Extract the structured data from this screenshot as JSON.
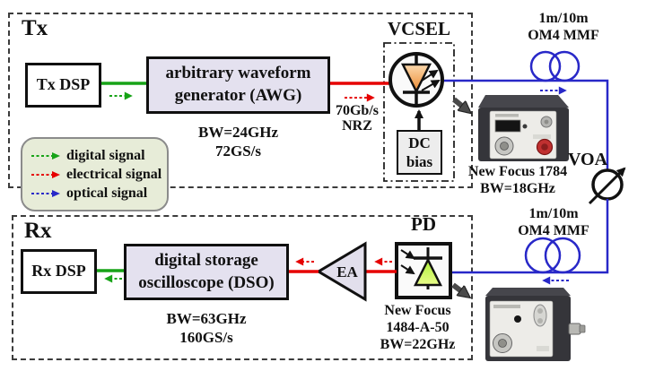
{
  "tx": {
    "region_label": "Tx",
    "dsp_label": "Tx DSP",
    "awg_line1": "arbitrary waveform",
    "awg_line2": "generator (AWG)",
    "awg_spec1": "BW=24GHz",
    "awg_spec2": "72GS/s",
    "signal_rate": "70Gb/s",
    "signal_format": "NRZ",
    "vcsel_label": "VCSEL",
    "dc_bias_line1": "DC",
    "dc_bias_line2": "bias"
  },
  "legend": {
    "items": [
      {
        "label": "digital signal",
        "color": "#17a317"
      },
      {
        "label": "electrical signal",
        "color": "#e60000"
      },
      {
        "label": "optical signal",
        "color": "#2828c8"
      }
    ]
  },
  "optical_path": {
    "fiber1_line1": "1m/10m",
    "fiber1_line2": "OM4 MMF",
    "pd1_name": "New Focus 1784",
    "pd1_spec": "BW=18GHz",
    "voa_label": "VOA",
    "fiber2_line1": "1m/10m",
    "fiber2_line2": "OM4 MMF"
  },
  "rx": {
    "region_label": "Rx",
    "dsp_label": "Rx DSP",
    "dso_line1": "digital storage",
    "dso_line2": "oscilloscope (DSO)",
    "dso_spec1": "BW=63GHz",
    "dso_spec2": "160GS/s",
    "pd_label": "PD",
    "ea_label": "EA",
    "pd_name": "New Focus",
    "pd_model": "1484-A-50",
    "pd_spec": "BW=22GHz"
  },
  "colors": {
    "digital_signal": "#17a317",
    "electrical_signal": "#e60000",
    "optical_signal": "#2828c8",
    "module_fill": "#e4e1ef",
    "legend_fill": "#e7ecd8"
  }
}
